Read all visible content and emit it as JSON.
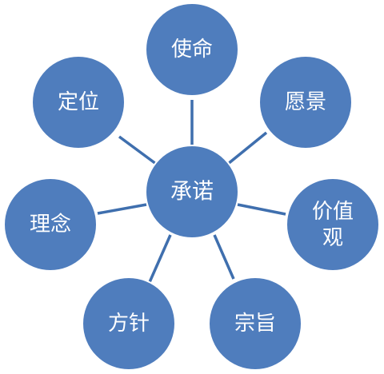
{
  "diagram": {
    "center": {
      "label": "承诺"
    },
    "nodes": [
      {
        "id": "shiming",
        "label": "使命"
      },
      {
        "id": "yuanjing",
        "label": "愿景"
      },
      {
        "id": "jiazhiguan",
        "label_line1": "价值",
        "label_line2": "观"
      },
      {
        "id": "zongzhi",
        "label": "宗旨"
      },
      {
        "id": "fangzhen",
        "label": "方针"
      },
      {
        "id": "linian",
        "label": "理念"
      },
      {
        "id": "dingwei",
        "label": "定位"
      }
    ]
  },
  "colors": {
    "node_fill": "#4f7dbd",
    "connector": "#3f6fae",
    "label_text": "#ffffff",
    "background": "#ffffff"
  }
}
